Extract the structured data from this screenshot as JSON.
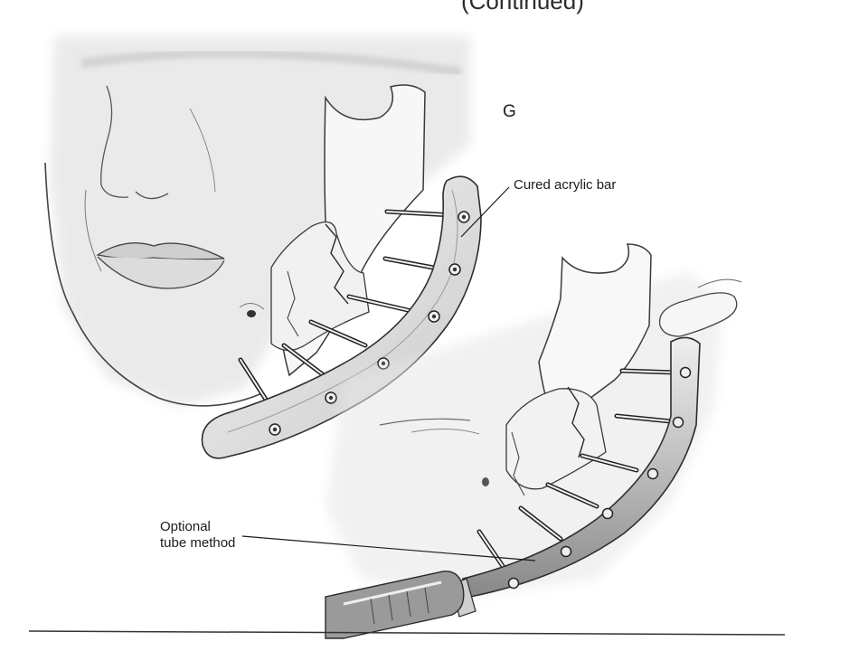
{
  "header": {
    "caption": "(Continued)"
  },
  "panel": {
    "letter": "G"
  },
  "callouts": {
    "acrylic_bar": "Cured acrylic bar",
    "tube_method": "Optional\ntube method"
  },
  "colors": {
    "ink": "#2a2a2a",
    "shade": "#d9d9d9",
    "paper": "#ffffff"
  }
}
